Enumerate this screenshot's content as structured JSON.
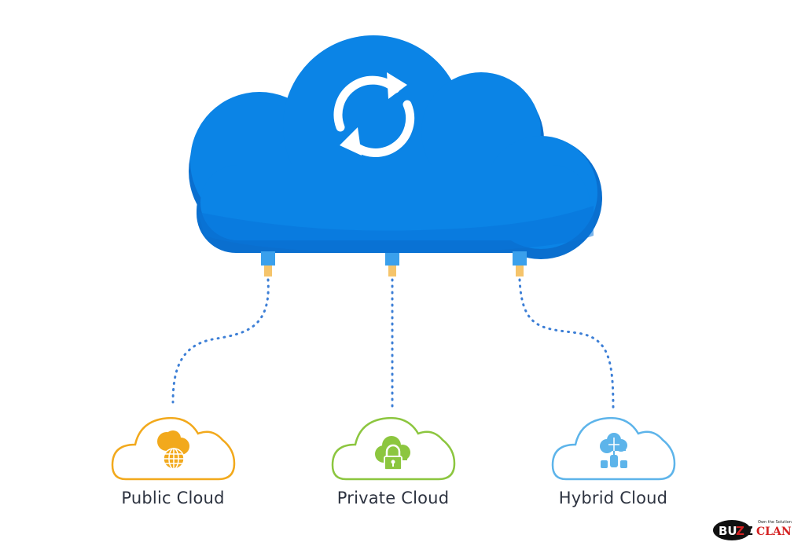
{
  "colors": {
    "main_cloud": "#0b84e6",
    "main_cloud_dark": "#0a6fcf",
    "connector_blue": "#3aa0ec",
    "connector_gold": "#f5c46b",
    "dotted_line": "#3d7fd6",
    "public": "#f2a91c",
    "private": "#8cc63f",
    "hybrid": "#5db4ea"
  },
  "nodes": [
    {
      "id": "public",
      "label": "Public Cloud",
      "icon": "globe-icon"
    },
    {
      "id": "private",
      "label": "Private Cloud",
      "icon": "lock-icon"
    },
    {
      "id": "hybrid",
      "label": "Hybrid Cloud",
      "icon": "database-network-icon"
    }
  ],
  "main_icon": "sync-arrows-icon",
  "logo": {
    "brand": "BUZZ CLAN",
    "tagline": "Own the Solution"
  }
}
